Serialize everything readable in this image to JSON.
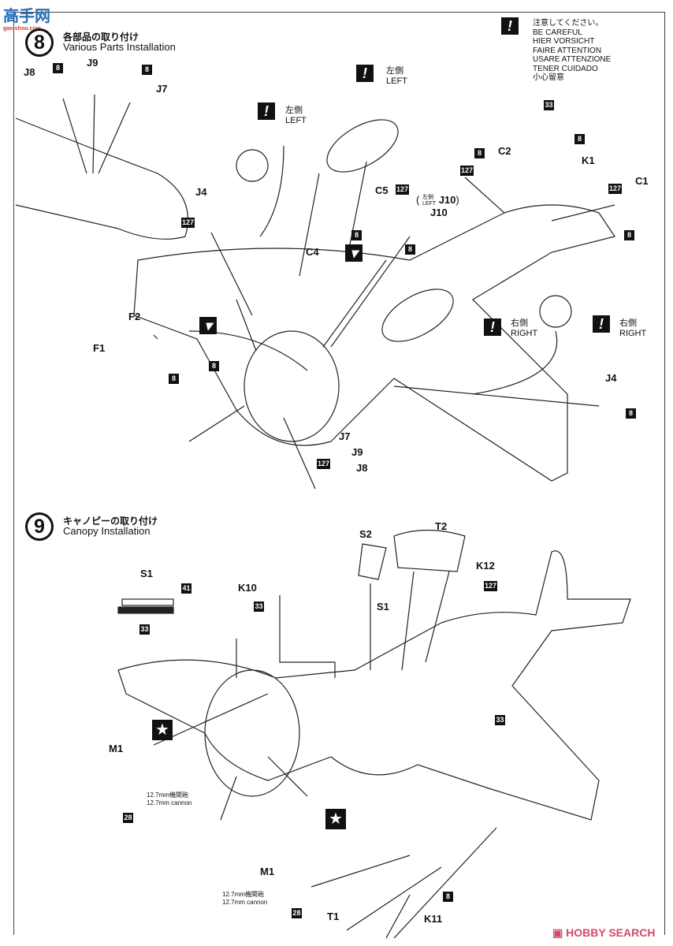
{
  "watermark": {
    "logo_text": "高手网",
    "site": "gao-shou.com"
  },
  "caution_legend": {
    "lines": [
      "注意してください。",
      "BE CAREFUL",
      "HIER VORSICHT",
      "FAIRE ATTENTION",
      "USARE ATTENZIONE",
      "TENER CUIDADO",
      "小心留意"
    ]
  },
  "step8": {
    "number": "8",
    "title_jp": "各部品の取り付け",
    "title_en": "Various Parts Installation",
    "labels": {
      "j8": "J8",
      "j9": "J9",
      "j7": "J7",
      "j4": "J4",
      "c5": "C5",
      "j10": "J10",
      "j10_left": "J10",
      "c4": "C4",
      "f2": "F2",
      "f1": "F1",
      "j4b": "J4",
      "j7b": "J7",
      "j9b": "J9",
      "j8b": "J8",
      "c2": "C2",
      "k1": "K1",
      "c1": "C1"
    },
    "left_jp": "左側",
    "left_en": "LEFT",
    "right_jp": "右側",
    "right_en": "RIGHT",
    "left_small_jp": "左側",
    "left_small_en": "LEFT",
    "boxes": {
      "b8": "8",
      "b127": "127",
      "b33": "33"
    }
  },
  "step9": {
    "number": "9",
    "title_jp": "キャノピーの取り付け",
    "title_en": "Canopy Installation",
    "labels": {
      "s2": "S2",
      "t2": "T2",
      "k12": "K12",
      "s1a": "S1",
      "s1b": "S1",
      "k10": "K10",
      "m1a": "M1",
      "m1b": "M1",
      "t1": "T1",
      "k11": "K11"
    },
    "cannon_jp": "12.7mm機関砲",
    "cannon_en": "12.7mm cannon",
    "boxes": {
      "b41": "41",
      "b33": "33",
      "b127": "127",
      "b28": "28",
      "b8": "8"
    }
  },
  "footer": {
    "brand": "HOBBY SEARCH"
  }
}
